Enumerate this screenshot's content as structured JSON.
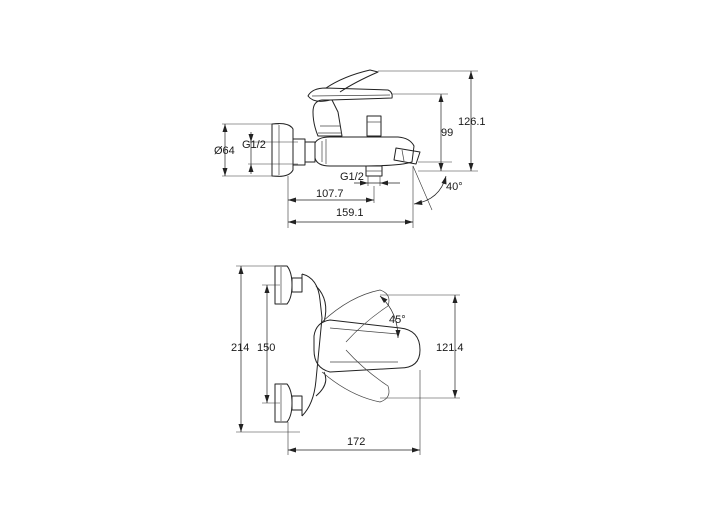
{
  "side_view": {
    "dim_126_1": "126.1",
    "dim_99": "99",
    "dim_g12_left": "G1/2",
    "dim_d64": "Ø64",
    "dim_g12_bottom": "G1/2",
    "dim_107_7": "107.7",
    "dim_40deg": "40°",
    "dim_159_1": "159.1"
  },
  "top_view": {
    "dim_214": "214",
    "dim_150": "150",
    "dim_45deg": "45°",
    "dim_121_4": "121.4",
    "dim_172": "172"
  }
}
